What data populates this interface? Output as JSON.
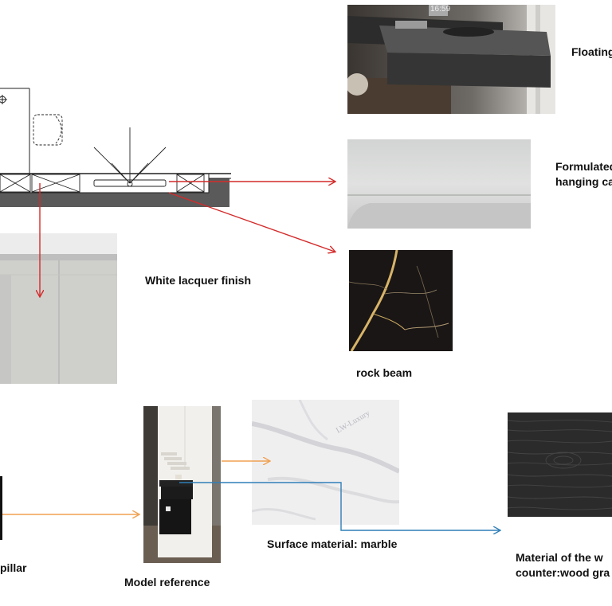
{
  "labels": {
    "floating": "Floating",
    "formulated_line1": "Formulated",
    "formulated_line2": "hanging ca",
    "white_lacquer": "White lacquer finish",
    "rock_beam": "rock beam",
    "surface_marble": "Surface material: marble",
    "pillar": "pillar",
    "model_reference": "Model reference",
    "wood_line1": "Material of the w",
    "wood_line2": "counter:wood gra",
    "watermark": "LW-Luxury",
    "screen_text": "16:59"
  },
  "colors": {
    "red_arrow": "#d42a2a",
    "orange_arrow": "#f0a050",
    "blue_arrow": "#2f7fb8",
    "slab_gray": "#5a5a5a",
    "marble_black": "#1a1616",
    "wood_black": "#2b2b2b"
  },
  "icons": [
    "crosshair-icon",
    "chair-icon",
    "arrow-icon"
  ]
}
